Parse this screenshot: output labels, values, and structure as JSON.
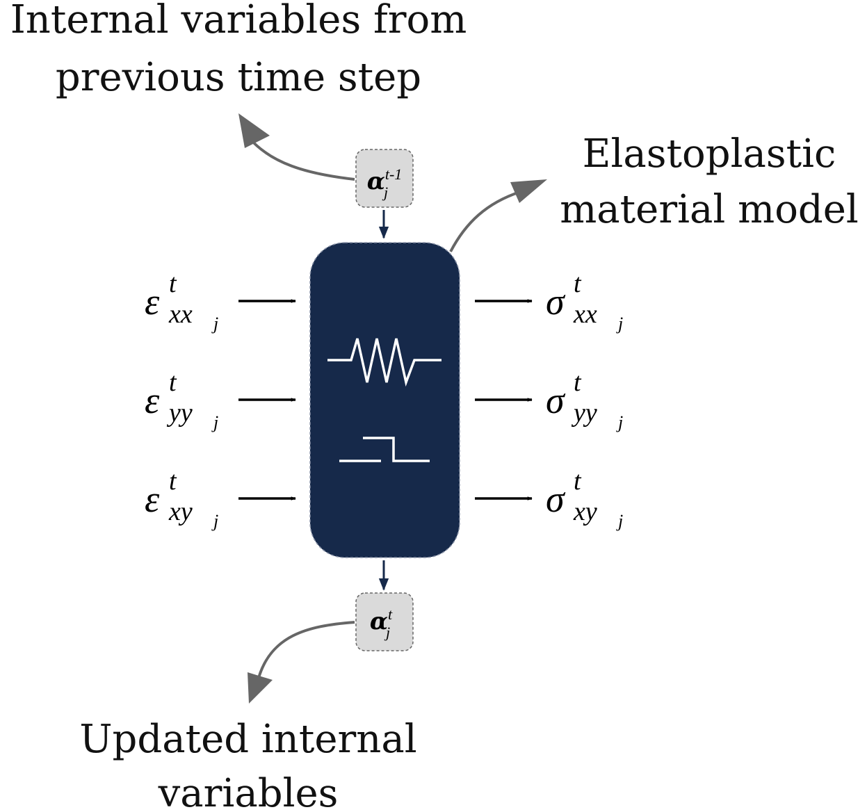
{
  "captions": {
    "internal_prev_line1": "Internal variables from",
    "internal_prev_line2": "previous time step",
    "material_line1": "Elastoplastic",
    "material_line2": "material model",
    "updated_line1": "Updated internal",
    "updated_line2": "variables"
  },
  "inputs": [
    {
      "symbol": "ε",
      "sup": "t",
      "sub": "xx",
      "subsub": "j"
    },
    {
      "symbol": "ε",
      "sup": "t",
      "sub": "yy",
      "subsub": "j"
    },
    {
      "symbol": "ε",
      "sup": "t",
      "sub": "xy",
      "subsub": "j"
    }
  ],
  "outputs": [
    {
      "symbol": "σ",
      "sup": "t",
      "sub": "xx",
      "subsub": "j"
    },
    {
      "symbol": "σ",
      "sup": "t",
      "sub": "yy",
      "subsub": "j"
    },
    {
      "symbol": "σ",
      "sup": "t",
      "sub": "xy",
      "subsub": "j"
    }
  ],
  "state_prev": {
    "symbol": "α",
    "sub": "j",
    "sup": "t-1"
  },
  "state_next": {
    "symbol": "α",
    "sub": "j",
    "sup": "t"
  },
  "colors": {
    "model_box": "#16294a",
    "state_box": "#dadada",
    "curved_arrow": "#666666",
    "symbol_line": "#ffffff"
  },
  "icons": [
    "spring-icon",
    "friction-slider-icon"
  ]
}
